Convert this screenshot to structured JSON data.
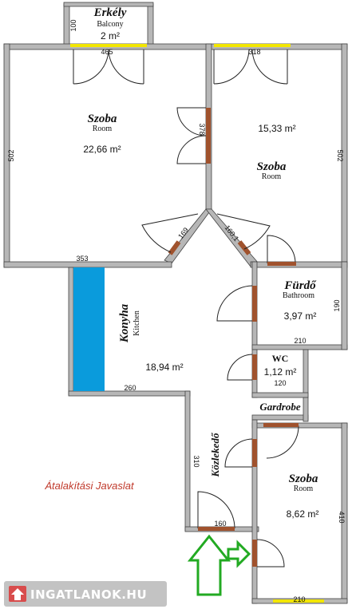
{
  "rooms": {
    "balcony": {
      "name": "Erkély",
      "sub": "Balcony",
      "area": "2 m²"
    },
    "room1": {
      "name": "Szoba",
      "sub": "Room",
      "area": "22,66 m²"
    },
    "room2": {
      "name": "Szoba",
      "sub": "Room",
      "area": "15,33 m²"
    },
    "kitchen": {
      "name": "Konyha",
      "sub": "Kitchen",
      "area": "18,94 m²"
    },
    "bathroom": {
      "name": "Fürdő",
      "sub": "Bathroom",
      "area": "3,97 m²"
    },
    "wc": {
      "name": "WC",
      "area": "1,12 m²"
    },
    "wardrobe": {
      "name": "Gardrobe"
    },
    "corridor": {
      "name": "Közlekedő"
    },
    "room3": {
      "name": "Szoba",
      "sub": "Room",
      "area": "8,62 m²"
    }
  },
  "dimensions": {
    "balcony_h": "100",
    "balcony_w": "465",
    "room2_w": "318",
    "left_h": "502",
    "right_h": "502",
    "door_378": "378",
    "door_169": "169",
    "door_160_1": "160,1",
    "kitchen_w": "353",
    "bath_h": "190",
    "bath_w": "210",
    "wc_w": "120",
    "kitchen_bottom": "260",
    "corridor_h": "310",
    "corridor_w": "160",
    "room3_h": "410",
    "room3_w": "210"
  },
  "note": "Átalakítási Javaslat",
  "watermark": "INGATLANOK.HU",
  "colors": {
    "window": "#f2e600",
    "door": "#a0522d",
    "kitchen_counter": "#0a9bdc",
    "arrow": "#22aa22",
    "note": "#c0392b"
  }
}
